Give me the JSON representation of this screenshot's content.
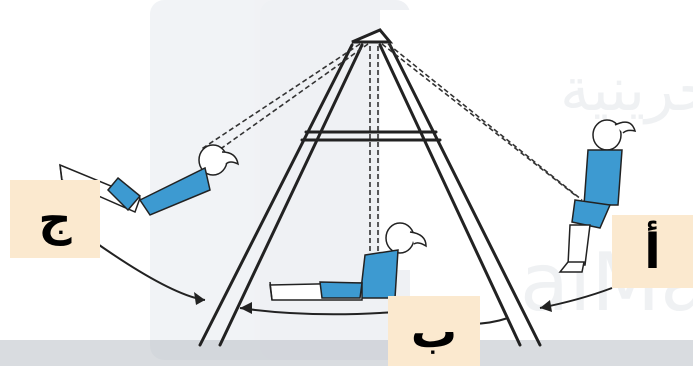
{
  "figure": {
    "position_labels": {
      "a": "أ",
      "b": "ب",
      "c": "ج"
    },
    "colors": {
      "label_background": "#fbe9cf",
      "clothing": "#3d9ad1",
      "line": "#222222",
      "watermark": "#dfe3e8"
    }
  }
}
